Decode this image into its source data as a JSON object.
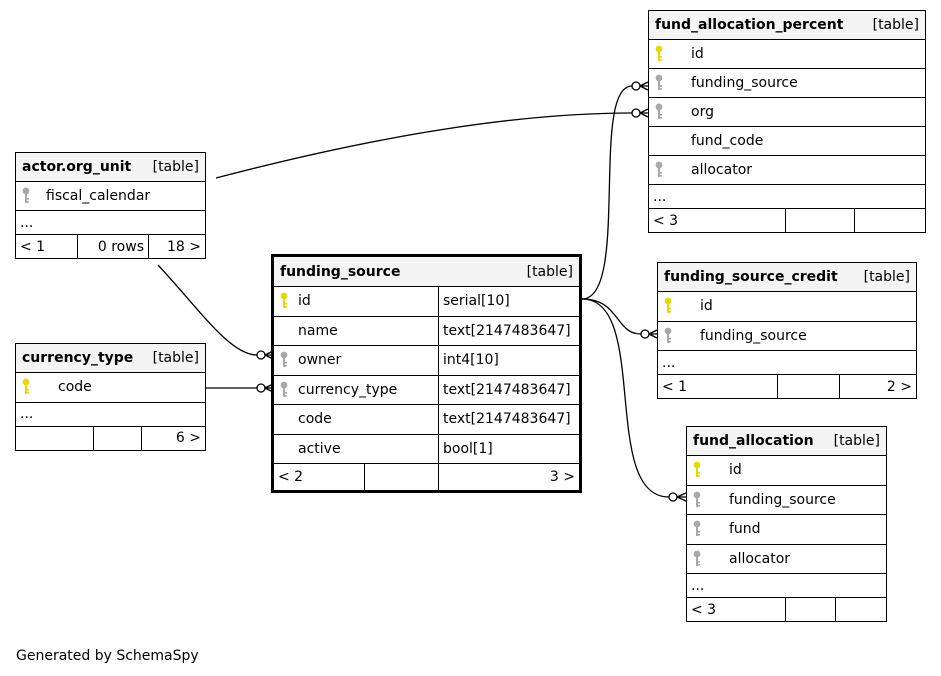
{
  "tables": {
    "fund_allocation_percent": {
      "name": "fund_allocation_percent",
      "kind": "[table]",
      "columns": [
        {
          "name": "id",
          "key": "primary"
        },
        {
          "name": "funding_source",
          "key": "foreign"
        },
        {
          "name": "org",
          "key": "foreign"
        },
        {
          "name": "fund_code",
          "key": "none"
        },
        {
          "name": "allocator",
          "key": "foreign"
        }
      ],
      "more": "...",
      "footer": [
        "< 3",
        "",
        ""
      ]
    },
    "actor_org_unit": {
      "name": "actor.org_unit",
      "kind": "[table]",
      "columns": [
        {
          "name": "fiscal_calendar",
          "key": "foreign"
        }
      ],
      "more": "...",
      "footer": [
        "< 1",
        "0 rows",
        "18 >"
      ]
    },
    "funding_source": {
      "name": "funding_source",
      "kind": "[table]",
      "columns": [
        {
          "name": "id",
          "key": "primary",
          "type": "serial[10]"
        },
        {
          "name": "name",
          "key": "none",
          "type": "text[2147483647]"
        },
        {
          "name": "owner",
          "key": "foreign",
          "type": "int4[10]"
        },
        {
          "name": "currency_type",
          "key": "foreign",
          "type": "text[2147483647]"
        },
        {
          "name": "code",
          "key": "none",
          "type": "text[2147483647]"
        },
        {
          "name": "active",
          "key": "none",
          "type": "bool[1]"
        }
      ],
      "footer": [
        "< 2",
        "",
        "3 >"
      ]
    },
    "funding_source_credit": {
      "name": "funding_source_credit",
      "kind": "[table]",
      "columns": [
        {
          "name": "id",
          "key": "primary"
        },
        {
          "name": "funding_source",
          "key": "foreign"
        }
      ],
      "more": "...",
      "footer": [
        "< 1",
        "",
        "2 >"
      ]
    },
    "currency_type": {
      "name": "currency_type",
      "kind": "[table]",
      "columns": [
        {
          "name": "code",
          "key": "primary"
        }
      ],
      "more": "...",
      "footer": [
        "",
        "",
        "6 >"
      ]
    },
    "fund_allocation": {
      "name": "fund_allocation",
      "kind": "[table]",
      "columns": [
        {
          "name": "id",
          "key": "primary"
        },
        {
          "name": "funding_source",
          "key": "foreign"
        },
        {
          "name": "fund",
          "key": "foreign"
        },
        {
          "name": "allocator",
          "key": "foreign"
        }
      ],
      "more": "...",
      "footer": [
        "< 3",
        "",
        ""
      ]
    }
  },
  "colors": {
    "primary_key": "#e8d800",
    "foreign_key": "#a8a8a8"
  },
  "generated_by": "Generated by SchemaSpy"
}
